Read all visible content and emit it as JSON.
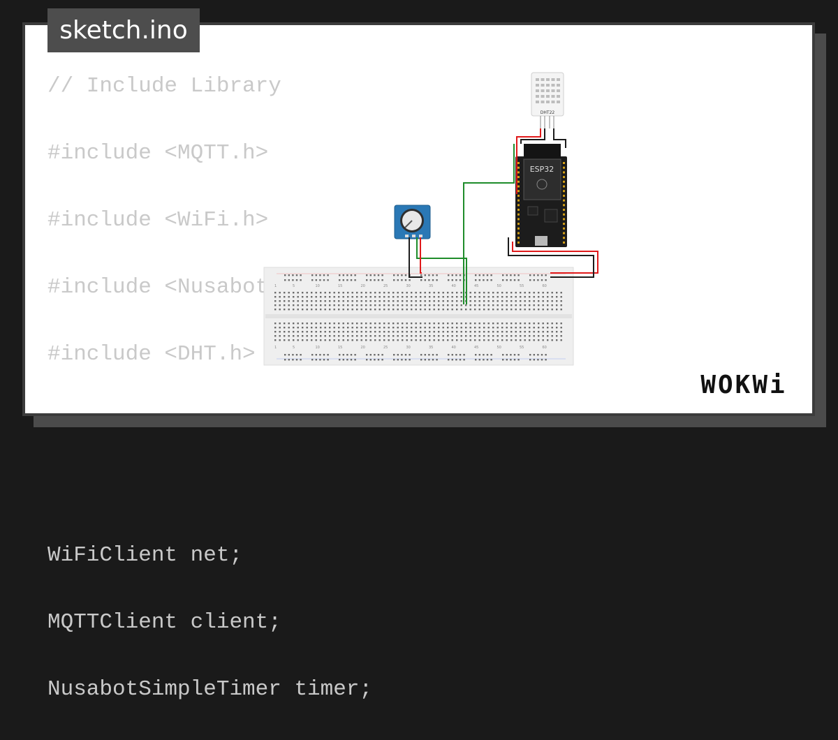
{
  "file_tab": {
    "label": "sketch.ino"
  },
  "code": {
    "lines": [
      "// Include Library",
      "#include <MQTT.h>",
      "#include <WiFi.h>",
      "#include <NusabotSimpleTimer.h>",
      "#include <DHT.h>",
      "",
      "",
      "WiFiClient net;",
      "MQTTClient client;",
      "NusabotSimpleTimer timer;"
    ]
  },
  "diagram": {
    "sensor_label": "DHT22",
    "board_label": "ESP32",
    "breadboard_columns": [
      "1",
      "5",
      "10",
      "15",
      "20",
      "25",
      "30",
      "35",
      "40",
      "45",
      "50",
      "55",
      "60"
    ],
    "wire_colors": {
      "red": "#e0191a",
      "black": "#1c1c1c",
      "green": "#1e8c2a"
    }
  },
  "brand": {
    "logo": "WOKWi"
  }
}
